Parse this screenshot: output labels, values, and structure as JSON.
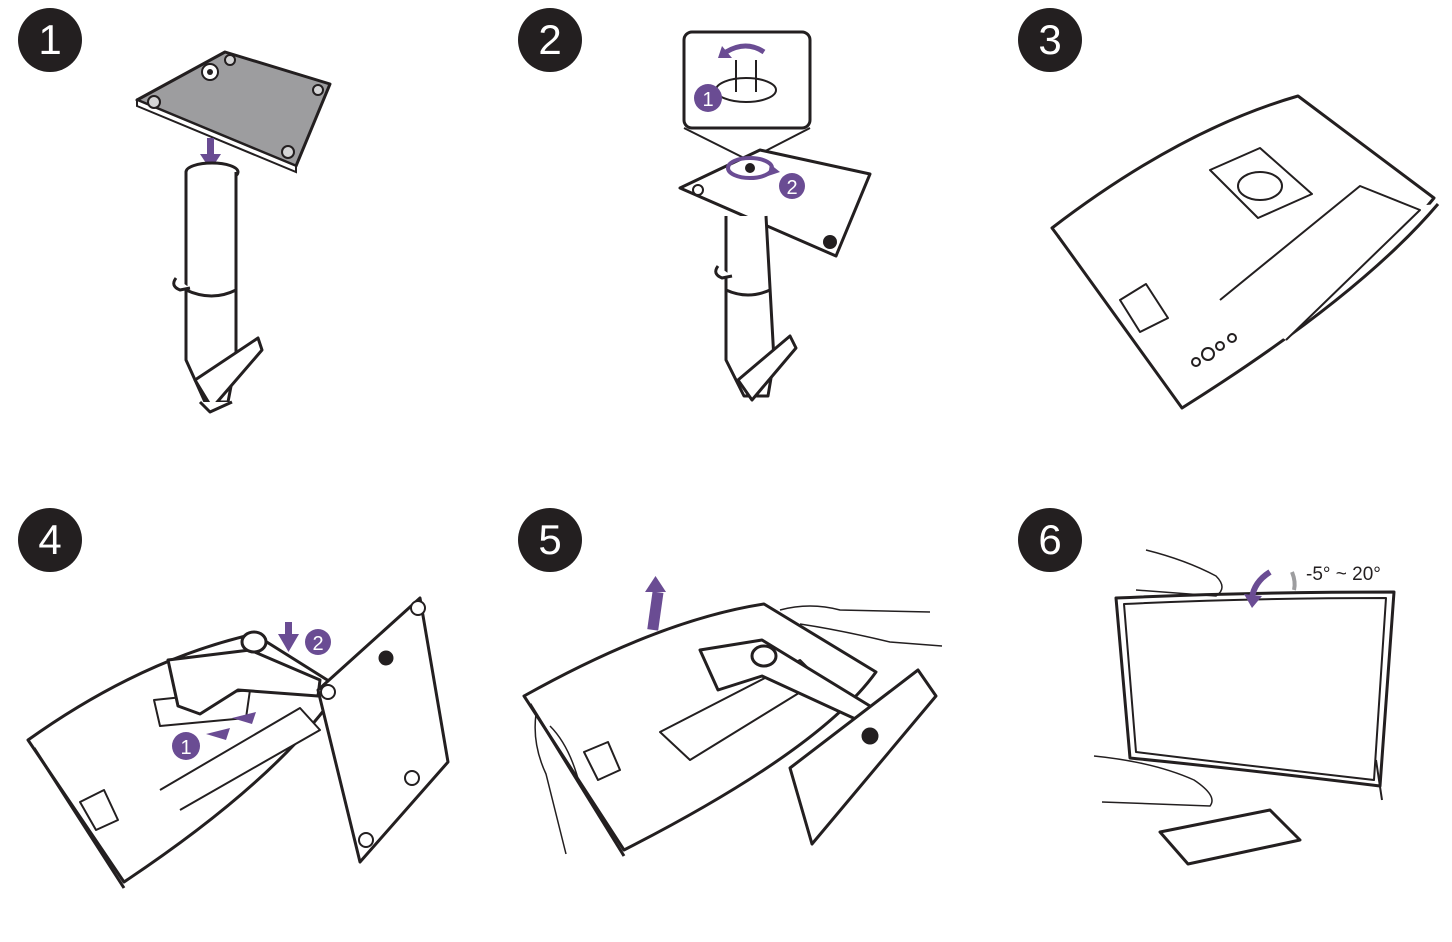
{
  "steps": [
    {
      "number": "1"
    },
    {
      "number": "2",
      "callouts": [
        "1",
        "2"
      ]
    },
    {
      "number": "3"
    },
    {
      "number": "4",
      "callouts": [
        "1",
        "2"
      ]
    },
    {
      "number": "5"
    },
    {
      "number": "6",
      "angle_label": "-5° ~ 20°"
    }
  ],
  "colors": {
    "line": "#231f20",
    "base_fill": "#9d9d9f",
    "accent_purple": "#6a4c93"
  }
}
